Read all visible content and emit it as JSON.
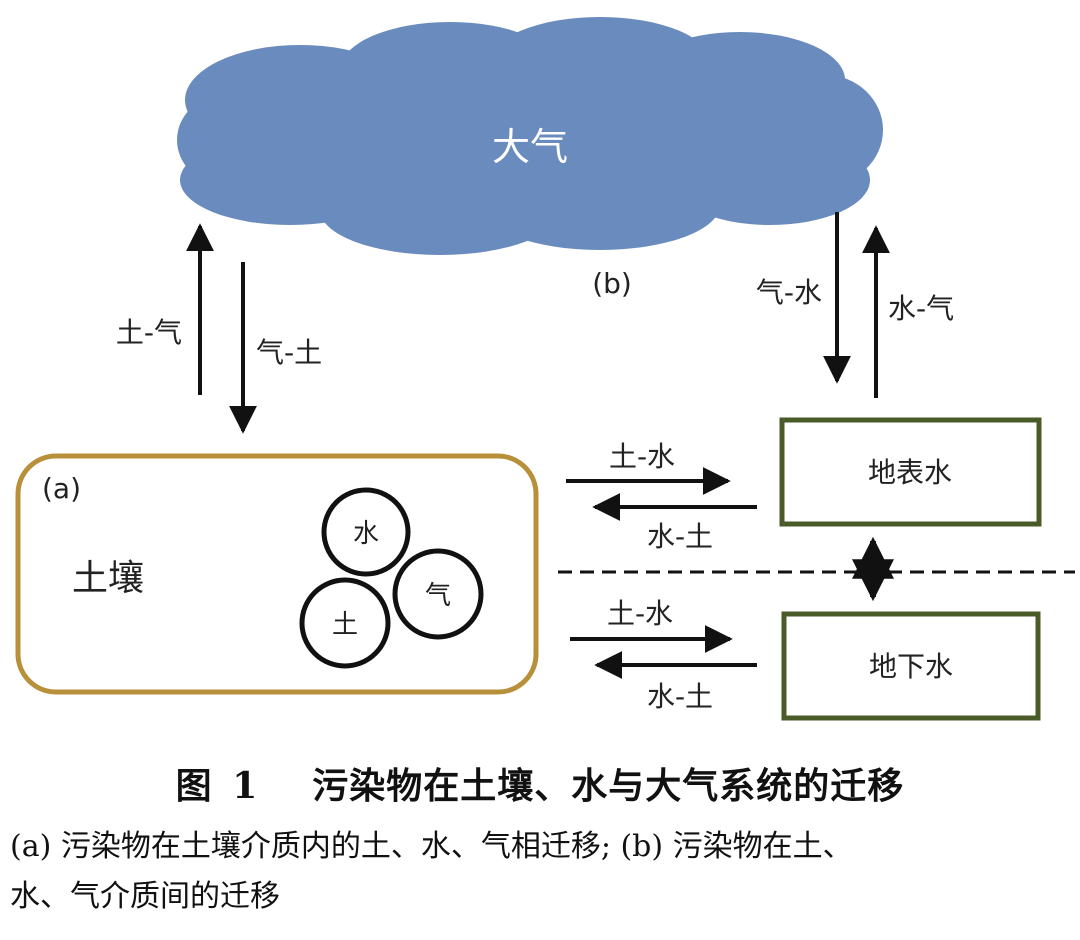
{
  "cloud": {
    "label": "大气",
    "fill": "#6a8bbd",
    "stroke": "#4f6e9c"
  },
  "panel_labels": {
    "a": "(a)",
    "b": "(b)"
  },
  "arrows": {
    "soil_to_air": "土-气",
    "air_to_soil": "气-土",
    "air_to_water": "气-水",
    "water_to_air": "水-气",
    "soil_to_surface": "土-水",
    "surface_to_soil": "水-土",
    "soil_to_ground": "土-水",
    "ground_to_soil": "水-土"
  },
  "soil_box": {
    "label": "土壤",
    "stroke": "#b8903a"
  },
  "particles": {
    "water": "水",
    "air": "气",
    "soil": "土"
  },
  "surface_water": {
    "label": "地表水",
    "stroke": "#4a5a28"
  },
  "groundwater": {
    "label": "地下水",
    "stroke": "#4a5a28"
  },
  "caption": {
    "fig": "图",
    "num": "1",
    "title": "污染物在土壤、水与大气系统的迁移",
    "desc_line1": "(a)  污染物在土壤介质内的土、水、气相迁移;  (b)  污染物在土、",
    "desc_line2": "水、气介质间的迁移"
  }
}
